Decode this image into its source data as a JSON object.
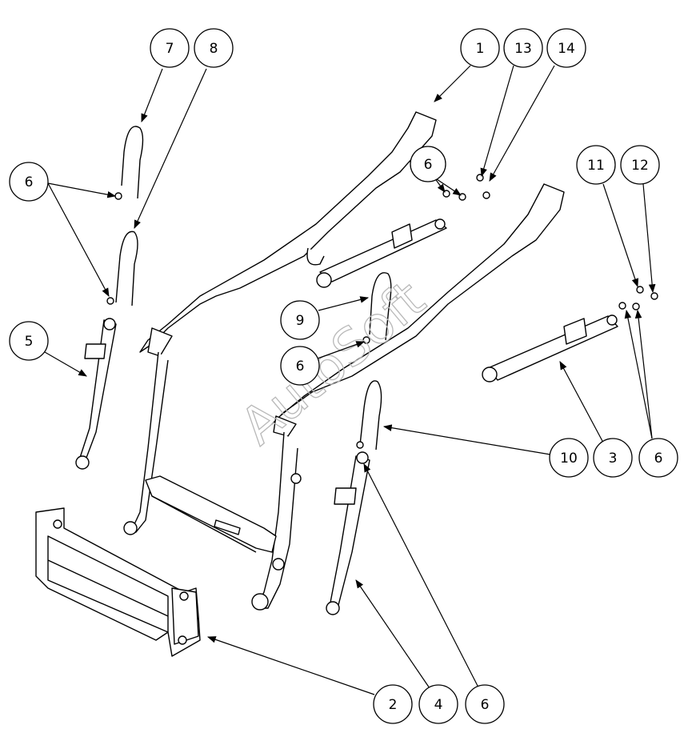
{
  "watermark": "AutoSoft",
  "callouts": [
    {
      "id": "c1",
      "label": "1"
    },
    {
      "id": "c13",
      "label": "13"
    },
    {
      "id": "c14",
      "label": "14"
    },
    {
      "id": "c7",
      "label": "7"
    },
    {
      "id": "c8",
      "label": "8"
    },
    {
      "id": "c6a",
      "label": "6"
    },
    {
      "id": "c6b",
      "label": "6"
    },
    {
      "id": "c11",
      "label": "11"
    },
    {
      "id": "c12",
      "label": "12"
    },
    {
      "id": "c5",
      "label": "5"
    },
    {
      "id": "c9",
      "label": "9"
    },
    {
      "id": "c6c",
      "label": "6"
    },
    {
      "id": "c10",
      "label": "10"
    },
    {
      "id": "c3",
      "label": "3"
    },
    {
      "id": "c6d",
      "label": "6"
    },
    {
      "id": "c2",
      "label": "2"
    },
    {
      "id": "c4",
      "label": "4"
    },
    {
      "id": "c6e",
      "label": "6"
    }
  ]
}
